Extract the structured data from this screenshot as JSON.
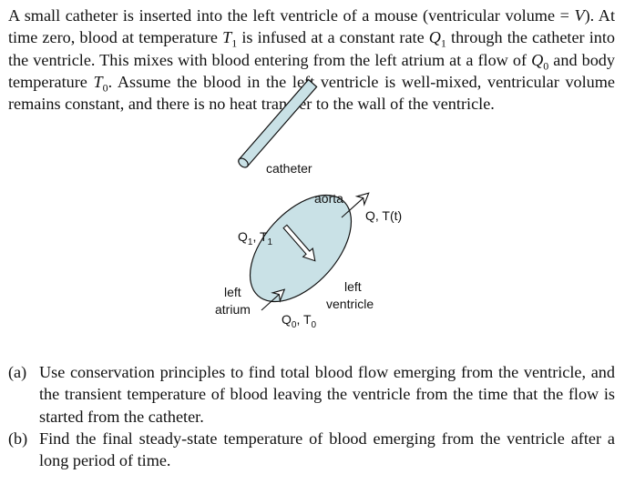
{
  "problem": {
    "intro_1": "A small catheter is inserted into the left ventricle of a mouse (ventricular volume",
    "intro_2a": "= ",
    "intro_2_V": "V",
    "intro_2b": "). At time zero, blood at temperature ",
    "T1_sym": "T",
    "T1_sub": "1",
    "intro_2c": " is infused at a constant rate ",
    "Q1_sym": "Q",
    "Q1_sub": "1",
    "intro_2d": " through the catheter into the ventricle. This mixes with blood entering from the left atrium at a flow of ",
    "Q0_sym": "Q",
    "Q0_sub": "0",
    "intro_2e": " and body temperature ",
    "T0_sym": "T",
    "T0_sub": "0",
    "intro_2f": ". Assume the blood in the left ventricle is well-mixed, ventricular volume remains constant, and there is no heat transfer to the wall of the ventricle."
  },
  "figure": {
    "catheter_label": "catheter",
    "aorta_label": "aorta",
    "outflow_label": "Q, T(t)",
    "infusion_Q": "Q",
    "infusion_Q_sub": "1",
    "infusion_sep": ", T",
    "infusion_T_sub": "1",
    "left_atrium_line1": "left",
    "left_atrium_line2": "atrium",
    "ventricle_line1": "left",
    "ventricle_line2": "ventricle",
    "inflow_Q": "Q",
    "inflow_Q_sub": "0",
    "inflow_sep": ", T",
    "inflow_T_sub": "0",
    "colors": {
      "ventricle_fill": "#c9e1e6",
      "catheter_fill": "#c9e1e6",
      "stroke": "#111111"
    }
  },
  "questions": [
    {
      "marker": "(a)",
      "text": "Use conservation principles to find total blood flow emerging from the ventricle, and the transient temperature of blood leaving the ventricle from the time that the flow is started from the catheter."
    },
    {
      "marker": "(b)",
      "text": "Find the final steady-state temperature of blood emerging from the ventricle after a long period of time."
    }
  ]
}
